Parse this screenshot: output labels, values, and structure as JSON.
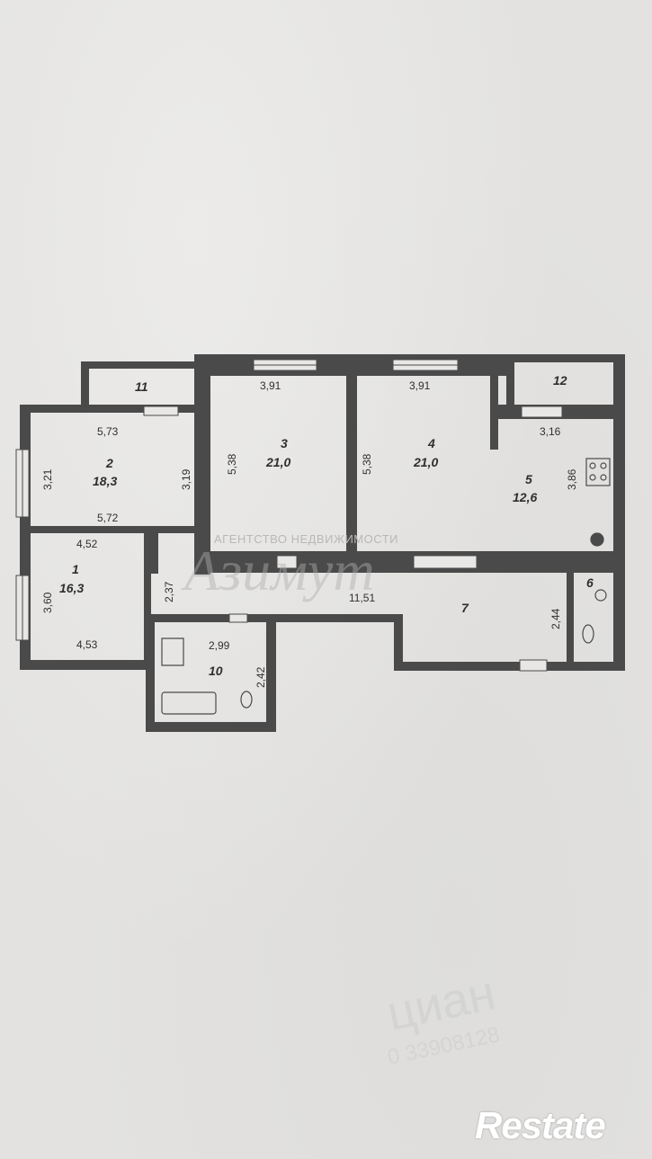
{
  "rooms": [
    {
      "id": "1",
      "area": "16,3"
    },
    {
      "id": "2",
      "area": "18,3"
    },
    {
      "id": "3",
      "area": "21,0"
    },
    {
      "id": "4",
      "area": "21,0"
    },
    {
      "id": "5",
      "area": "12,6"
    },
    {
      "id": "6",
      "area": ""
    },
    {
      "id": "7",
      "area": ""
    },
    {
      "id": "10",
      "area": ""
    },
    {
      "id": "11",
      "area": ""
    },
    {
      "id": "12",
      "area": ""
    }
  ],
  "dimensions": {
    "room3_top": "3,91",
    "room4_top": "3,91",
    "room3_left": "5,38",
    "room4_left": "5,38",
    "room2_top": "5,73",
    "room2_bottom": "5,72",
    "room2_left": "3,21",
    "room2_right": "3,19",
    "room1_top": "4,52",
    "room1_bottom": "4,53",
    "room1_left": "3,60",
    "corridor_height": "2,37",
    "corridor_length": "11,51",
    "room7_height": "2,44",
    "room5_top": "3,16",
    "room5_right": "3,86",
    "room10_top": "2,99",
    "room10_right": "2,42"
  },
  "watermarks": {
    "agency": "АГЕНТСТВО НЕДВИЖИМОСТИ",
    "brand": "Азимут",
    "cian": "циан",
    "phone": "0 33908128"
  },
  "logo": "Restate"
}
